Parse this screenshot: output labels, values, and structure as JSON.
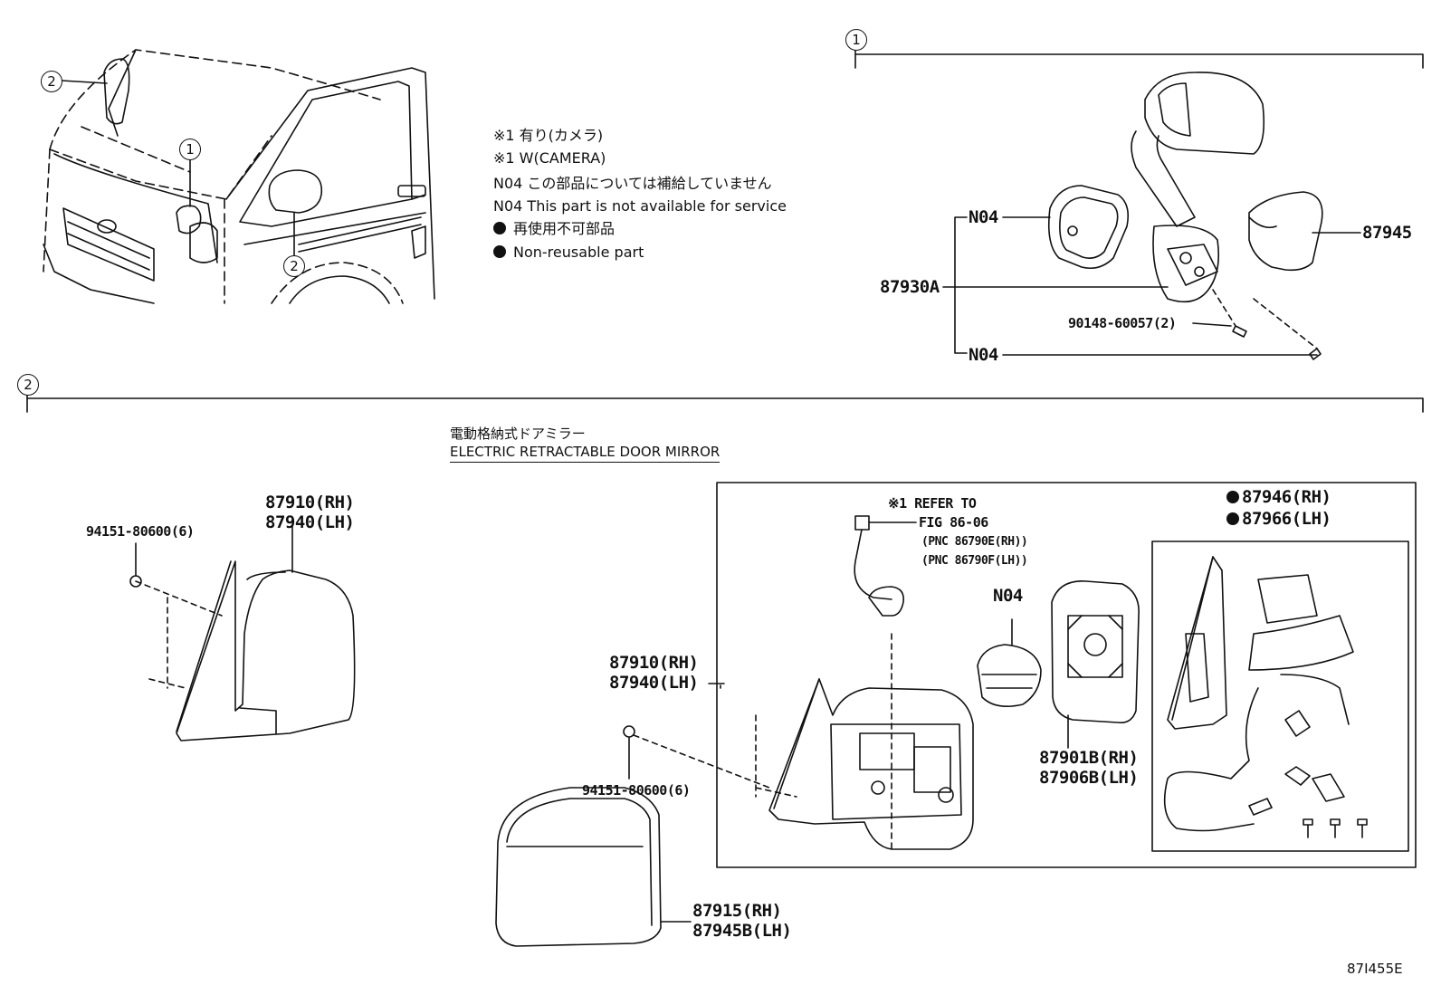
{
  "callouts": {
    "one": "1",
    "two": "2"
  },
  "notes": {
    "line1": "※1 有り(カメラ)",
    "line2": "※1 W(CAMERA)",
    "line3": "N04 この部品については補給していません",
    "line4": "N04 This part is not available for service",
    "line5": "再使用不可部品",
    "line6": "Non-reusable part"
  },
  "section1": {
    "n04_top": "N04",
    "n04_bottom": "N04",
    "p87930a": "87930A",
    "p87945": "87945",
    "p90148": "90148-60057(2)"
  },
  "section2": {
    "title_jp": "電動格納式ドアミラー",
    "title_en": "ELECTRIC RETRACTABLE DOOR MIRROR",
    "left": {
      "bolt": "94151-80600(6)",
      "mirror_rh": "87910(RH)",
      "mirror_lh": "87940(LH)"
    },
    "mid": {
      "mirror_rh": "87910(RH)",
      "mirror_lh": "87940(LH)",
      "bolt": "94151-80600(6)",
      "cover_rh": "87915(RH)",
      "cover_lh": "87945B(LH)"
    },
    "box": {
      "refer1": "※1 REFER TO",
      "refer2": "FIG 86-06",
      "refer3": "(PNC 86790E(RH))",
      "refer4": "(PNC 86790F(LH))",
      "n04": "N04",
      "glass_rh": "87901B(RH)",
      "glass_lh": "87906B(LH)",
      "sub_rh": "87946(RH)",
      "sub_lh": "87966(LH)"
    }
  },
  "figure_id": "87I455E"
}
